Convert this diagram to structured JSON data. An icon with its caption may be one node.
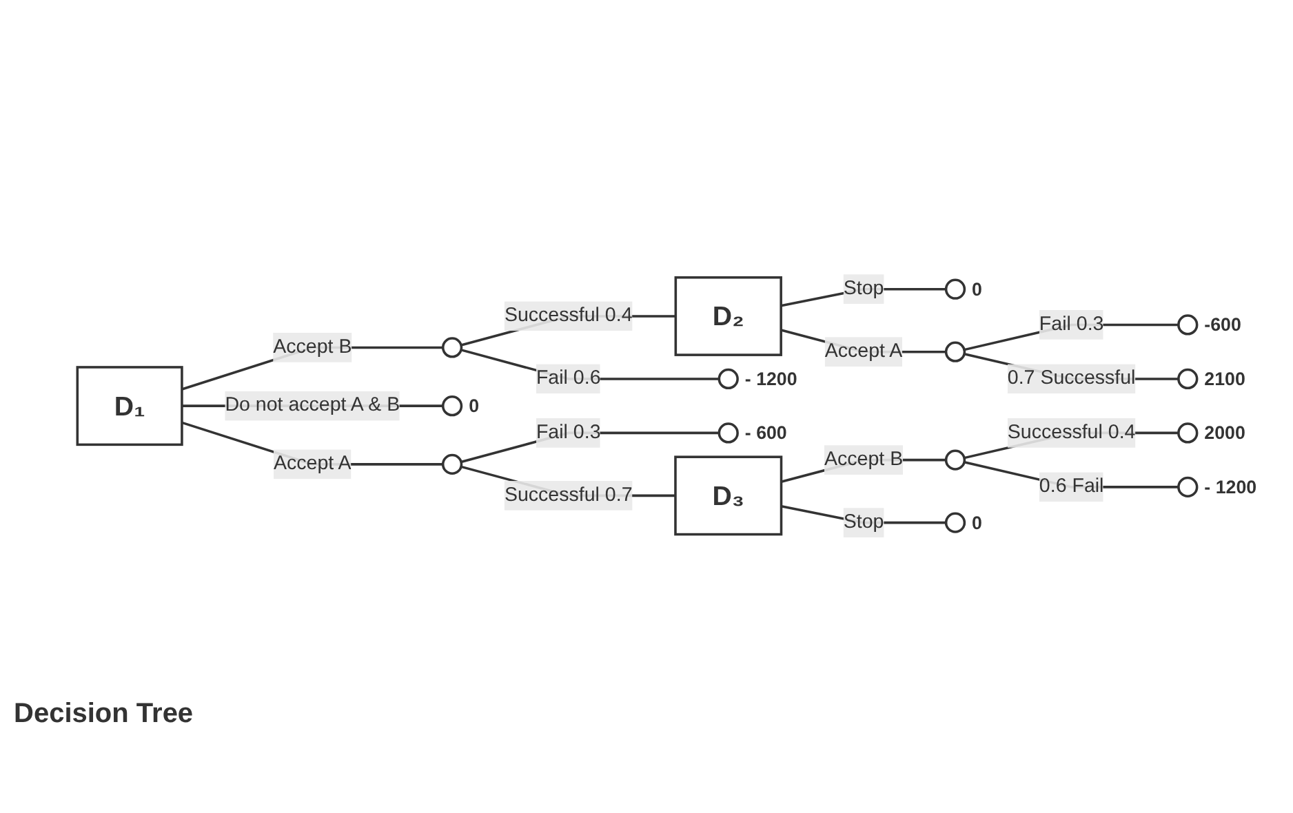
{
  "diagram": {
    "title": "Decision Tree",
    "nodes": [
      {
        "text": [
          "D₁"
        ]
      },
      {
        "text": [],
        "shape": "circle"
      },
      {
        "text": [
          "D₂"
        ]
      },
      {
        "text": [],
        "shape": "circle",
        "beside": [
          "0"
        ]
      },
      {
        "text": [],
        "shape": "circle"
      },
      {
        "text": [],
        "shape": "circle",
        "beside": [
          "-600"
        ]
      },
      {
        "text": [],
        "shape": "circle",
        "beside": [
          "2100"
        ]
      },
      {
        "text": [],
        "shape": "circle",
        "beside": [
          "- 1200"
        ]
      },
      {
        "text": [],
        "shape": "circle",
        "beside": [
          "0"
        ]
      },
      {
        "text": [],
        "shape": "circle"
      },
      {
        "text": [],
        "shape": "circle",
        "beside": [
          "- 600"
        ]
      },
      {
        "text": [
          "D₃"
        ]
      },
      {
        "text": [],
        "shape": "circle"
      },
      {
        "text": [],
        "shape": "circle",
        "beside": [
          "2000"
        ]
      },
      {
        "text": [],
        "shape": "circle",
        "beside": [
          "- 1200"
        ]
      },
      {
        "text": [],
        "shape": "circle",
        "beside": [
          "0"
        ]
      }
    ],
    "edges": [
      {
        "from": 0,
        "to": 1,
        "arrow": "none",
        "label": "Accept B"
      },
      {
        "from": 1,
        "to": 2,
        "arrow": "none",
        "label": "Successful 0.4"
      },
      {
        "from": 2,
        "to": 3,
        "arrow": "none",
        "label": "Stop"
      },
      {
        "from": 2,
        "to": 4,
        "arrow": "none",
        "label": "Accept A"
      },
      {
        "from": 4,
        "to": 5,
        "arrow": "none",
        "label": "Fail 0.3"
      },
      {
        "from": 4,
        "to": 6,
        "arrow": "none",
        "label": "0.7 Successful"
      },
      {
        "from": 1,
        "to": 7,
        "arrow": "none",
        "label": "Fail 0.6"
      },
      {
        "from": 0,
        "to": 8,
        "arrow": "none",
        "label": "Do not accept A & B"
      },
      {
        "from": 0,
        "to": 9,
        "arrow": "none",
        "label": "Accept A"
      },
      {
        "from": 9,
        "to": 10,
        "arrow": "none",
        "label": "Fail 0.3"
      },
      {
        "from": 9,
        "to": 11,
        "arrow": "none",
        "label": "Successful 0.7"
      },
      {
        "from": 11,
        "to": 12,
        "arrow": "none",
        "label": "Accept B"
      },
      {
        "from": 12,
        "to": 13,
        "arrow": "none",
        "label": "Successful 0.4"
      },
      {
        "from": 12,
        "to": 14,
        "arrow": "none",
        "label": "0.6 Fail"
      },
      {
        "from": 11,
        "to": 15,
        "arrow": "none",
        "label": "Stop"
      }
    ]
  }
}
